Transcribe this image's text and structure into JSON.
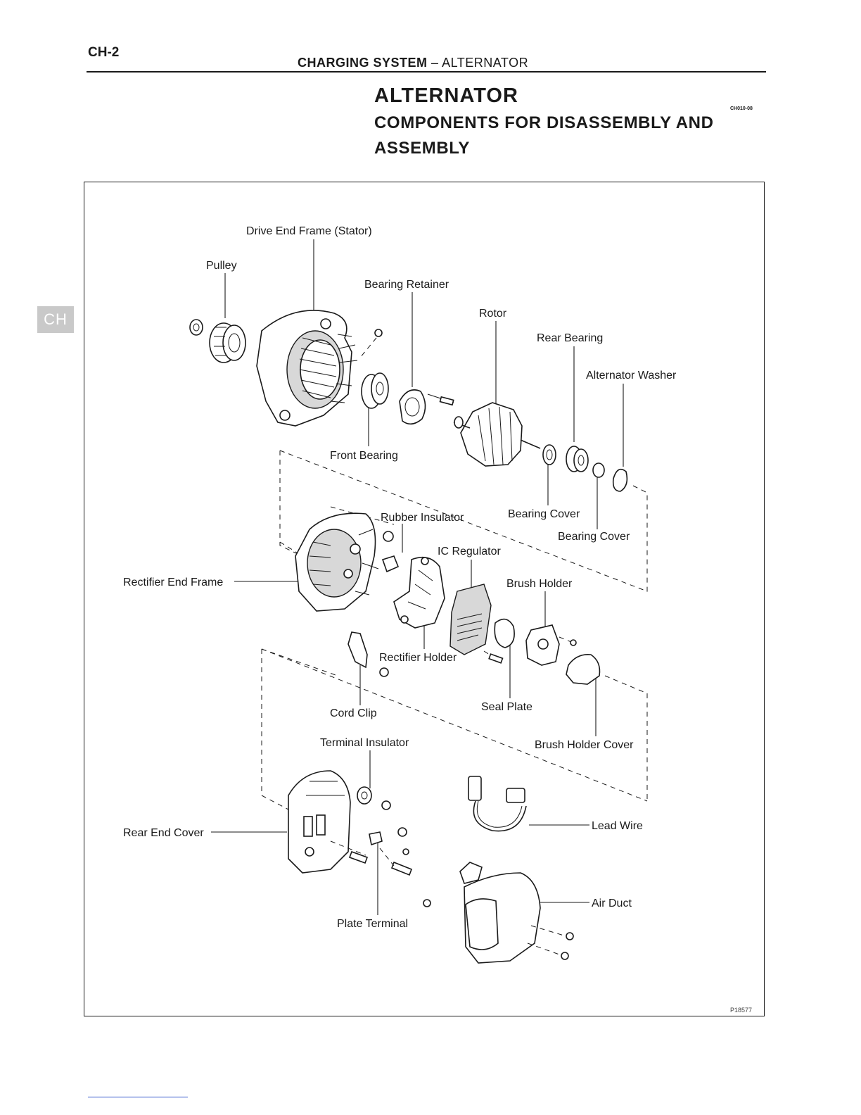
{
  "header": {
    "page_number": "CH-2",
    "section": "CHARGING SYSTEM",
    "separator": "–",
    "subsection": "ALTERNATOR",
    "side_tab": "CH"
  },
  "title": "ALTERNATOR",
  "subtitle": "COMPONENTS FOR DISASSEMBLY AND ASSEMBLY",
  "ref_code": "CH010-08",
  "figure_code": "P18577",
  "labels": {
    "drive_end_frame": "Drive End Frame (Stator)",
    "pulley": "Pulley",
    "bearing_retainer": "Bearing Retainer",
    "rotor": "Rotor",
    "rear_bearing": "Rear Bearing",
    "alternator_washer": "Alternator Washer",
    "front_bearing": "Front Bearing",
    "rubber_insulator": "Rubber Insulator",
    "bearing_cover_1": "Bearing Cover",
    "bearing_cover_2": "Bearing Cover",
    "ic_regulator": "IC Regulator",
    "rectifier_end_frame": "Rectifier End Frame",
    "brush_holder": "Brush Holder",
    "rectifier_holder": "Rectifier Holder",
    "seal_plate": "Seal Plate",
    "cord_clip": "Cord Clip",
    "terminal_insulator": "Terminal Insulator",
    "brush_holder_cover": "Brush Holder Cover",
    "rear_end_cover": "Rear End Cover",
    "lead_wire": "Lead Wire",
    "air_duct": "Air Duct",
    "plate_terminal": "Plate Terminal"
  }
}
